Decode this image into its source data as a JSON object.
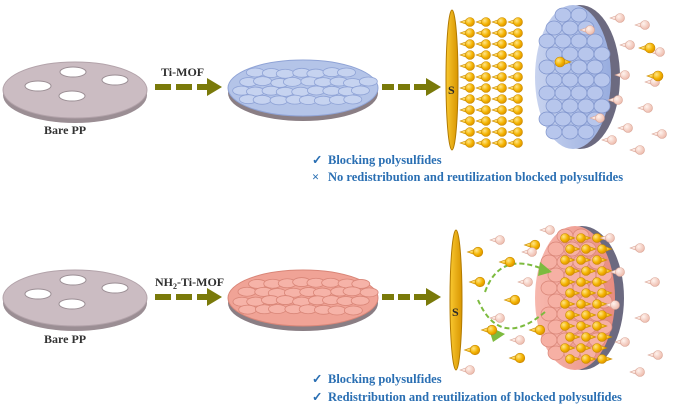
{
  "top_row": {
    "bare_label": "Bare PP",
    "arrow_label": "Ti-MOF",
    "s_label": "S",
    "results": [
      {
        "mark": "✓",
        "text": "Blocking polysulfides"
      },
      {
        "mark": "×",
        "text": "No redistribution and reutilization blocked polysulfides"
      }
    ]
  },
  "bottom_row": {
    "bare_label": "Bare PP",
    "arrow_label_prefix": "NH",
    "arrow_label_sub": "2",
    "arrow_label_suffix": "-Ti-MOF",
    "s_label": "S",
    "results": [
      {
        "mark": "✓",
        "text": "Blocking polysulfides"
      },
      {
        "mark": "✓",
        "text": "Redistribution and reutilization of blocked polysulfides"
      }
    ]
  },
  "colors": {
    "pp_disc": "#c9b9bf",
    "arrow": "#7a7a0a",
    "ti_mof": "#b8c8ea",
    "nh2_ti_mof": "#f2a79d",
    "sulfur": "#f4b400",
    "polysulfide_light": "#f3c9bd",
    "cycle_arrow": "#7dbb3f",
    "text_blue": "#2a6fb3"
  }
}
